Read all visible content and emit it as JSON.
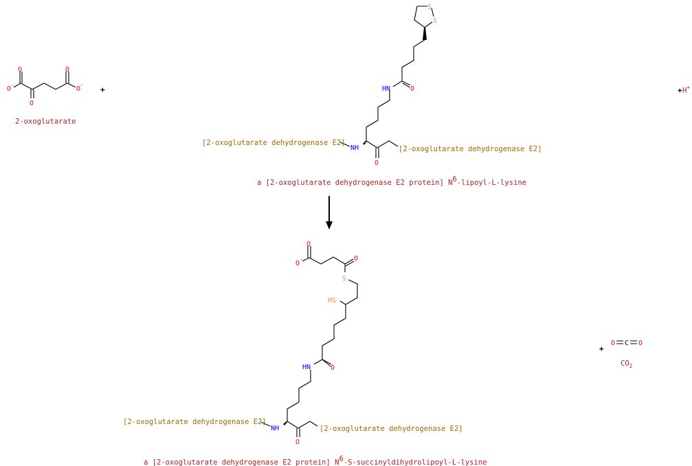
{
  "reactants": [
    {
      "name": "2-oxoglutarate"
    },
    {
      "name_prefix": "a [2-oxoglutarate dehydrogenase E2 protein] N",
      "name_sup": "6",
      "name_suffix": "-lipoyl-L-lysine",
      "left_group": "[2-oxoglutarate dehydrogenase E2]",
      "right_group": "[2-oxoglutarate dehydrogenase E2]"
    },
    {
      "name": "H",
      "charge": "+"
    }
  ],
  "products": [
    {
      "name_prefix": "a [2-oxoglutarate dehydrogenase E2 protein] N",
      "name_sup": "6",
      "name_suffix": "-S-succinyldihydrolipoyl-L-lysine",
      "left_group": "[2-oxoglutarate dehydrogenase E2]",
      "right_group": "[2-oxoglutarate dehydrogenase E2]"
    },
    {
      "name": "CO",
      "name_sub": "2"
    }
  ],
  "plus_sign": "+",
  "atoms": {
    "O": "O",
    "Ominus": "O",
    "minus": "-",
    "N_H": "HN",
    "NH": "NH",
    "S": "S",
    "SH": "HS",
    "C": "C"
  },
  "colors": {
    "oxygen": "#ff0000",
    "nitrogen": "#0000ff",
    "sulfur": "#e8904a",
    "name": "#b22222",
    "protein_group": "#9c6b00"
  }
}
